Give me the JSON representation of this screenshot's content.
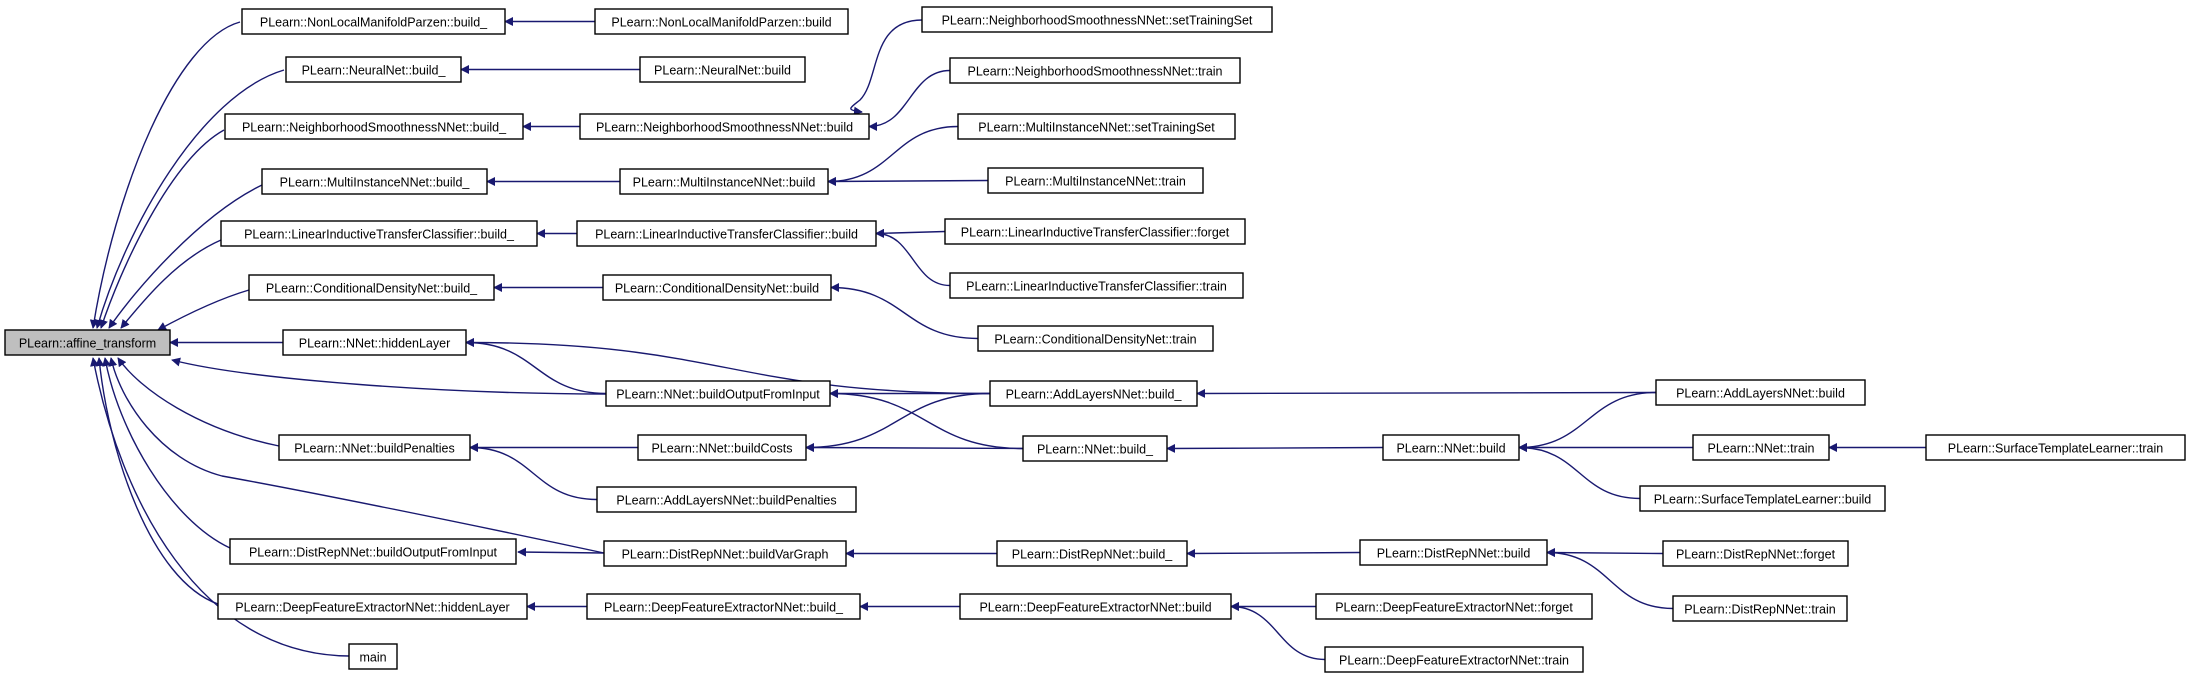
{
  "graph": {
    "type": "caller-graph",
    "edge_color": "#191970",
    "root_fill": "#bfbfbf",
    "nodes": [
      {
        "id": "affine_transform",
        "label": "PLearn::affine_transform",
        "root": true
      },
      {
        "id": "nlmp_build_",
        "label": "PLearn::NonLocalManifoldParzen::build_"
      },
      {
        "id": "nlmp_build",
        "label": "PLearn::NonLocalManifoldParzen::build"
      },
      {
        "id": "nn_build_",
        "label": "PLearn::NeuralNet::build_"
      },
      {
        "id": "nn_build",
        "label": "PLearn::NeuralNet::build"
      },
      {
        "id": "nsn_build_",
        "label": "PLearn::NeighborhoodSmoothnessNNet::build_"
      },
      {
        "id": "nsn_build",
        "label": "PLearn::NeighborhoodSmoothnessNNet::build"
      },
      {
        "id": "nsn_setts",
        "label": "PLearn::NeighborhoodSmoothnessNNet::setTrainingSet"
      },
      {
        "id": "nsn_train",
        "label": "PLearn::NeighborhoodSmoothnessNNet::train"
      },
      {
        "id": "mi_build_",
        "label": "PLearn::MultiInstanceNNet::build_"
      },
      {
        "id": "mi_build",
        "label": "PLearn::MultiInstanceNNet::build"
      },
      {
        "id": "mi_setts",
        "label": "PLearn::MultiInstanceNNet::setTrainingSet"
      },
      {
        "id": "mi_train",
        "label": "PLearn::MultiInstanceNNet::train"
      },
      {
        "id": "litc_build_",
        "label": "PLearn::LinearInductiveTransferClassifier::build_"
      },
      {
        "id": "litc_build",
        "label": "PLearn::LinearInductiveTransferClassifier::build"
      },
      {
        "id": "litc_forget",
        "label": "PLearn::LinearInductiveTransferClassifier::forget"
      },
      {
        "id": "litc_train",
        "label": "PLearn::LinearInductiveTransferClassifier::train"
      },
      {
        "id": "cdn_build_",
        "label": "PLearn::ConditionalDensityNet::build_"
      },
      {
        "id": "cdn_build",
        "label": "PLearn::ConditionalDensityNet::build"
      },
      {
        "id": "cdn_train",
        "label": "PLearn::ConditionalDensityNet::train"
      },
      {
        "id": "nnet_hidden",
        "label": "PLearn::NNet::hiddenLayer"
      },
      {
        "id": "nnet_bofi",
        "label": "PLearn::NNet::buildOutputFromInput"
      },
      {
        "id": "aln_build_",
        "label": "PLearn::AddLayersNNet::build_"
      },
      {
        "id": "aln_build",
        "label": "PLearn::AddLayersNNet::build"
      },
      {
        "id": "nnet_penalties",
        "label": "PLearn::NNet::buildPenalties"
      },
      {
        "id": "nnet_costs",
        "label": "PLearn::NNet::buildCosts"
      },
      {
        "id": "nnet_build_",
        "label": "PLearn::NNet::build_"
      },
      {
        "id": "nnet_build",
        "label": "PLearn::NNet::build"
      },
      {
        "id": "nnet_train",
        "label": "PLearn::NNet::train"
      },
      {
        "id": "stl_train",
        "label": "PLearn::SurfaceTemplateLearner::train"
      },
      {
        "id": "stl_build",
        "label": "PLearn::SurfaceTemplateLearner::build"
      },
      {
        "id": "aln_penalties",
        "label": "PLearn::AddLayersNNet::buildPenalties"
      },
      {
        "id": "drn_bofi",
        "label": "PLearn::DistRepNNet::buildOutputFromInput"
      },
      {
        "id": "drn_bvg",
        "label": "PLearn::DistRepNNet::buildVarGraph"
      },
      {
        "id": "drn_build_",
        "label": "PLearn::DistRepNNet::build_"
      },
      {
        "id": "drn_build",
        "label": "PLearn::DistRepNNet::build"
      },
      {
        "id": "drn_forget",
        "label": "PLearn::DistRepNNet::forget"
      },
      {
        "id": "drn_train",
        "label": "PLearn::DistRepNNet::train"
      },
      {
        "id": "dfe_hidden",
        "label": "PLearn::DeepFeatureExtractorNNet::hiddenLayer"
      },
      {
        "id": "dfe_build_",
        "label": "PLearn::DeepFeatureExtractorNNet::build_"
      },
      {
        "id": "dfe_build",
        "label": "PLearn::DeepFeatureExtractorNNet::build"
      },
      {
        "id": "dfe_forget",
        "label": "PLearn::DeepFeatureExtractorNNet::forget"
      },
      {
        "id": "dfe_train",
        "label": "PLearn::DeepFeatureExtractorNNet::train"
      },
      {
        "id": "main",
        "label": "main"
      }
    ],
    "edges": [
      [
        "nlmp_build_",
        "affine_transform"
      ],
      [
        "nn_build_",
        "affine_transform"
      ],
      [
        "nsn_build_",
        "affine_transform"
      ],
      [
        "mi_build_",
        "affine_transform"
      ],
      [
        "litc_build_",
        "affine_transform"
      ],
      [
        "cdn_build_",
        "affine_transform"
      ],
      [
        "nnet_hidden",
        "affine_transform"
      ],
      [
        "nnet_bofi",
        "affine_transform"
      ],
      [
        "nnet_penalties",
        "affine_transform"
      ],
      [
        "drn_bvg",
        "affine_transform"
      ],
      [
        "drn_bofi",
        "affine_transform"
      ],
      [
        "dfe_hidden",
        "affine_transform"
      ],
      [
        "main",
        "affine_transform"
      ],
      [
        "nlmp_build",
        "nlmp_build_"
      ],
      [
        "nn_build",
        "nn_build_"
      ],
      [
        "nsn_build",
        "nsn_build_"
      ],
      [
        "nsn_setts",
        "nsn_build"
      ],
      [
        "nsn_train",
        "nsn_build"
      ],
      [
        "mi_build",
        "mi_build_"
      ],
      [
        "mi_setts",
        "mi_build"
      ],
      [
        "mi_train",
        "mi_build"
      ],
      [
        "litc_build",
        "litc_build_"
      ],
      [
        "litc_forget",
        "litc_build"
      ],
      [
        "litc_train",
        "litc_build"
      ],
      [
        "cdn_build",
        "cdn_build_"
      ],
      [
        "cdn_train",
        "cdn_build"
      ],
      [
        "nnet_bofi",
        "nnet_hidden"
      ],
      [
        "aln_build_",
        "nnet_hidden"
      ],
      [
        "aln_build_",
        "nnet_bofi"
      ],
      [
        "nnet_build_",
        "nnet_bofi"
      ],
      [
        "aln_build",
        "aln_build_"
      ],
      [
        "nnet_costs",
        "nnet_penalties"
      ],
      [
        "aln_penalties",
        "nnet_penalties"
      ],
      [
        "aln_build_",
        "nnet_costs"
      ],
      [
        "nnet_build_",
        "nnet_costs"
      ],
      [
        "nnet_build",
        "nnet_build_"
      ],
      [
        "aln_build",
        "nnet_build"
      ],
      [
        "nnet_train",
        "nnet_build"
      ],
      [
        "stl_build",
        "nnet_build"
      ],
      [
        "stl_train",
        "nnet_train"
      ],
      [
        "drn_bvg",
        "drn_bofi"
      ],
      [
        "drn_build_",
        "drn_bvg"
      ],
      [
        "drn_build",
        "drn_build_"
      ],
      [
        "drn_forget",
        "drn_build"
      ],
      [
        "drn_train",
        "drn_build"
      ],
      [
        "dfe_build_",
        "dfe_hidden"
      ],
      [
        "dfe_build",
        "dfe_build_"
      ],
      [
        "dfe_forget",
        "dfe_build"
      ],
      [
        "dfe_train",
        "dfe_build"
      ]
    ]
  }
}
